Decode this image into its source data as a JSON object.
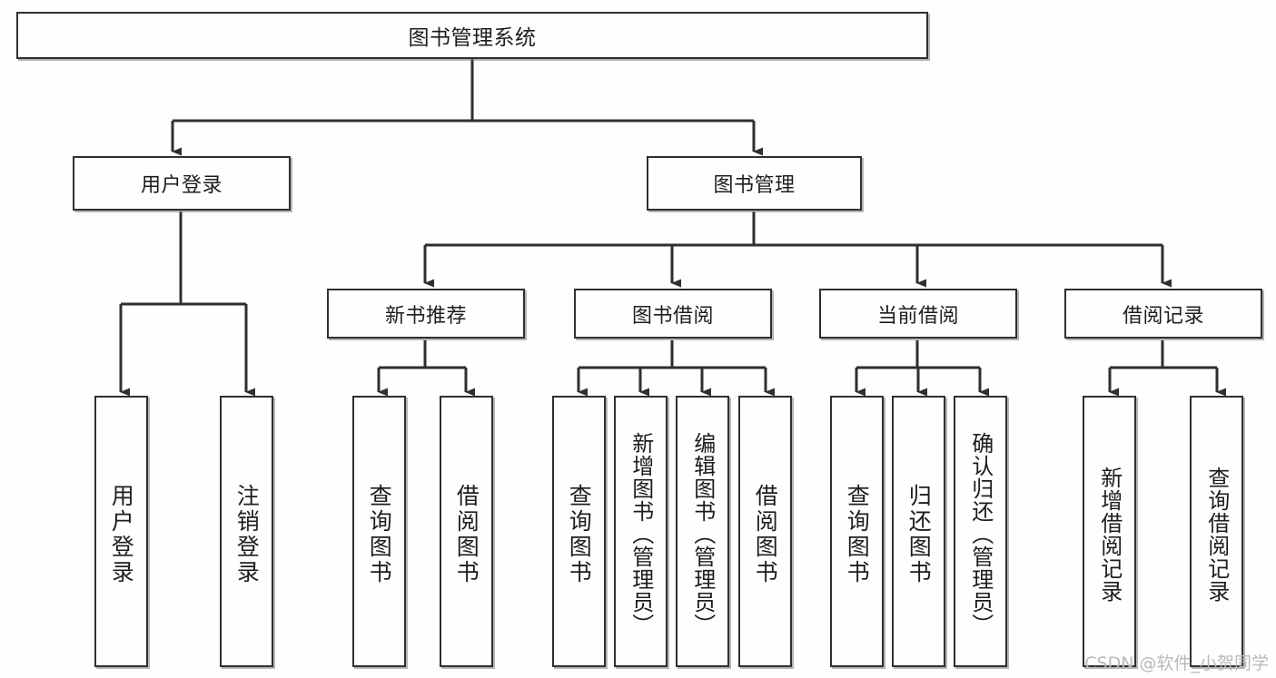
{
  "diagram": {
    "type": "tree",
    "title_node": {
      "label": "图书管理系统"
    },
    "level2": [
      {
        "label": "用户登录"
      },
      {
        "label": "图书管理"
      }
    ],
    "level3": [
      {
        "label": "新书推荐"
      },
      {
        "label": "图书借阅"
      },
      {
        "label": "当前借阅"
      },
      {
        "label": "借阅记录"
      }
    ],
    "leaves": {
      "user_login": [
        {
          "label": "用户登录"
        },
        {
          "label": "注销登录"
        }
      ],
      "new_book_recommend": [
        {
          "label": "查询图书"
        },
        {
          "label": "借阅图书"
        }
      ],
      "book_borrow": [
        {
          "label": "查询图书"
        },
        {
          "label": "新增图书（管理员）"
        },
        {
          "label": "编辑图书（管理员）"
        },
        {
          "label": "借阅图书"
        }
      ],
      "current_borrow": [
        {
          "label": "查询图书"
        },
        {
          "label": "归还图书"
        },
        {
          "label": "确认归还（管理员）"
        }
      ],
      "borrow_record": [
        {
          "label": "新增借阅记录"
        },
        {
          "label": "查询借阅记录"
        }
      ]
    }
  },
  "watermark": {
    "text": "CSDN @软件_小贺同学"
  },
  "colors": {
    "stroke": "#2f2f2f",
    "fill": "#fefefe",
    "text": "#1d1d1d",
    "watermark": "#b9b9b9"
  }
}
